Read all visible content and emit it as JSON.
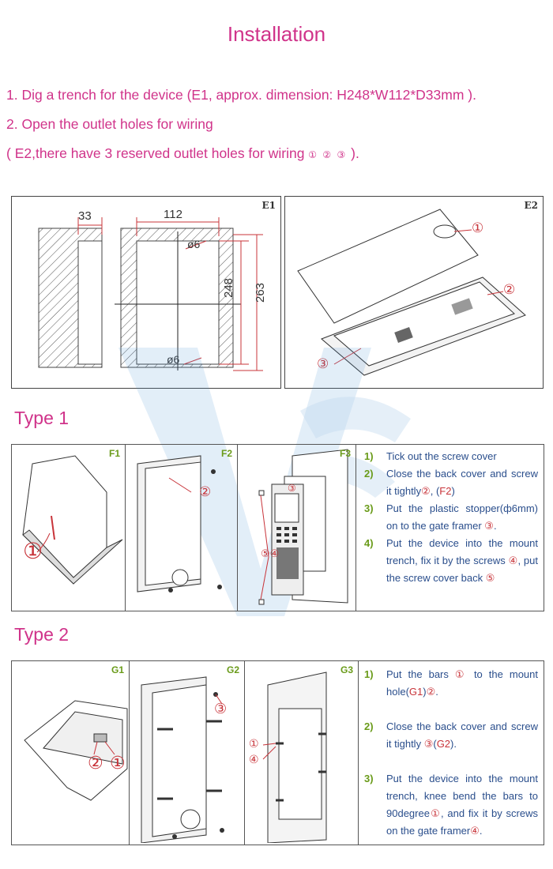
{
  "title": "Installation",
  "steps": {
    "s1": "1. Dig a trench for the device (E1, approx. dimension: H248*W112*D33mm ).",
    "s2": "2. Open the outlet holes for wiring",
    "s3_pre": "( E2,there have 3 reserved outlet holes for wiring ",
    "s3_circles": "① ② ③",
    "s3_post": " )."
  },
  "e1": {
    "tag": "E1",
    "dim_depth": "33",
    "dim_width": "112",
    "dim_hole_top": "ø6",
    "dim_hole_bottom": "ø6",
    "dim_h1": "248",
    "dim_h2": "263"
  },
  "e2": {
    "tag": "E2",
    "c1": "①",
    "c2": "②",
    "c3": "③"
  },
  "type1": {
    "heading": "Type 1",
    "f1": "F1",
    "f2": "F2",
    "f3": "F3",
    "f1_callout": "①",
    "f2_callout": "②",
    "f3_callout_top": "③",
    "f3_callout_left": "⑤④",
    "instructions": [
      {
        "num": "1)",
        "parts": [
          {
            "t": "Tick out the screw cover",
            "c": ""
          }
        ]
      },
      {
        "num": "2)",
        "parts": [
          {
            "t": "Close the back cover and screw it tightly",
            "c": ""
          },
          {
            "t": "②",
            "c": "hl"
          },
          {
            "t": ", (",
            "c": ""
          },
          {
            "t": "F2",
            "c": "hl"
          },
          {
            "t": ")",
            "c": ""
          }
        ]
      },
      {
        "num": "3)",
        "parts": [
          {
            "t": "Put the plastic stopper(ф6mm) on to the gate framer ",
            "c": ""
          },
          {
            "t": "③",
            "c": "hl"
          },
          {
            "t": ".",
            "c": ""
          }
        ]
      },
      {
        "num": "4)",
        "parts": [
          {
            "t": "Put the device into the mount trench, fix it by the screws ",
            "c": ""
          },
          {
            "t": "④",
            "c": "hl"
          },
          {
            "t": ", put the screw cover back ",
            "c": ""
          },
          {
            "t": "⑤",
            "c": "hl"
          }
        ]
      }
    ]
  },
  "type2": {
    "heading": "Type 2",
    "g1": "G1",
    "g2": "G2",
    "g3": "G3",
    "g1_callout_a": "①",
    "g1_callout_b": "②",
    "g2_callout": "③",
    "g3_callout_a": "①",
    "g3_callout_b": "④",
    "instructions": [
      {
        "num": "1)",
        "parts": [
          {
            "t": "Put the bars ",
            "c": ""
          },
          {
            "t": "①",
            "c": "hl"
          },
          {
            "t": " to the mount hole(",
            "c": ""
          },
          {
            "t": "G1",
            "c": "hl"
          },
          {
            "t": ")",
            "c": ""
          },
          {
            "t": "②",
            "c": "hl"
          },
          {
            "t": ".",
            "c": ""
          }
        ]
      },
      {
        "num": "2)",
        "parts": [
          {
            "t": "Close the back cover and screw it tightly ",
            "c": ""
          },
          {
            "t": "③",
            "c": "hl"
          },
          {
            "t": "(",
            "c": ""
          },
          {
            "t": "G2",
            "c": "hl"
          },
          {
            "t": ").",
            "c": ""
          }
        ]
      },
      {
        "num": "3)",
        "parts": [
          {
            "t": "Put the device into the mount trench, knee bend the bars to 90degree",
            "c": ""
          },
          {
            "t": "①",
            "c": "hl"
          },
          {
            "t": ", and fix it by screws on the gate framer",
            "c": ""
          },
          {
            "t": "④",
            "c": "hl"
          },
          {
            "t": ".",
            "c": ""
          }
        ]
      }
    ]
  },
  "colors": {
    "title": "#d0338a",
    "instr_text": "#2a4e8c",
    "instr_num": "#6a9b1a",
    "callout": "#c8343a",
    "watermark": "#4a90d0"
  }
}
